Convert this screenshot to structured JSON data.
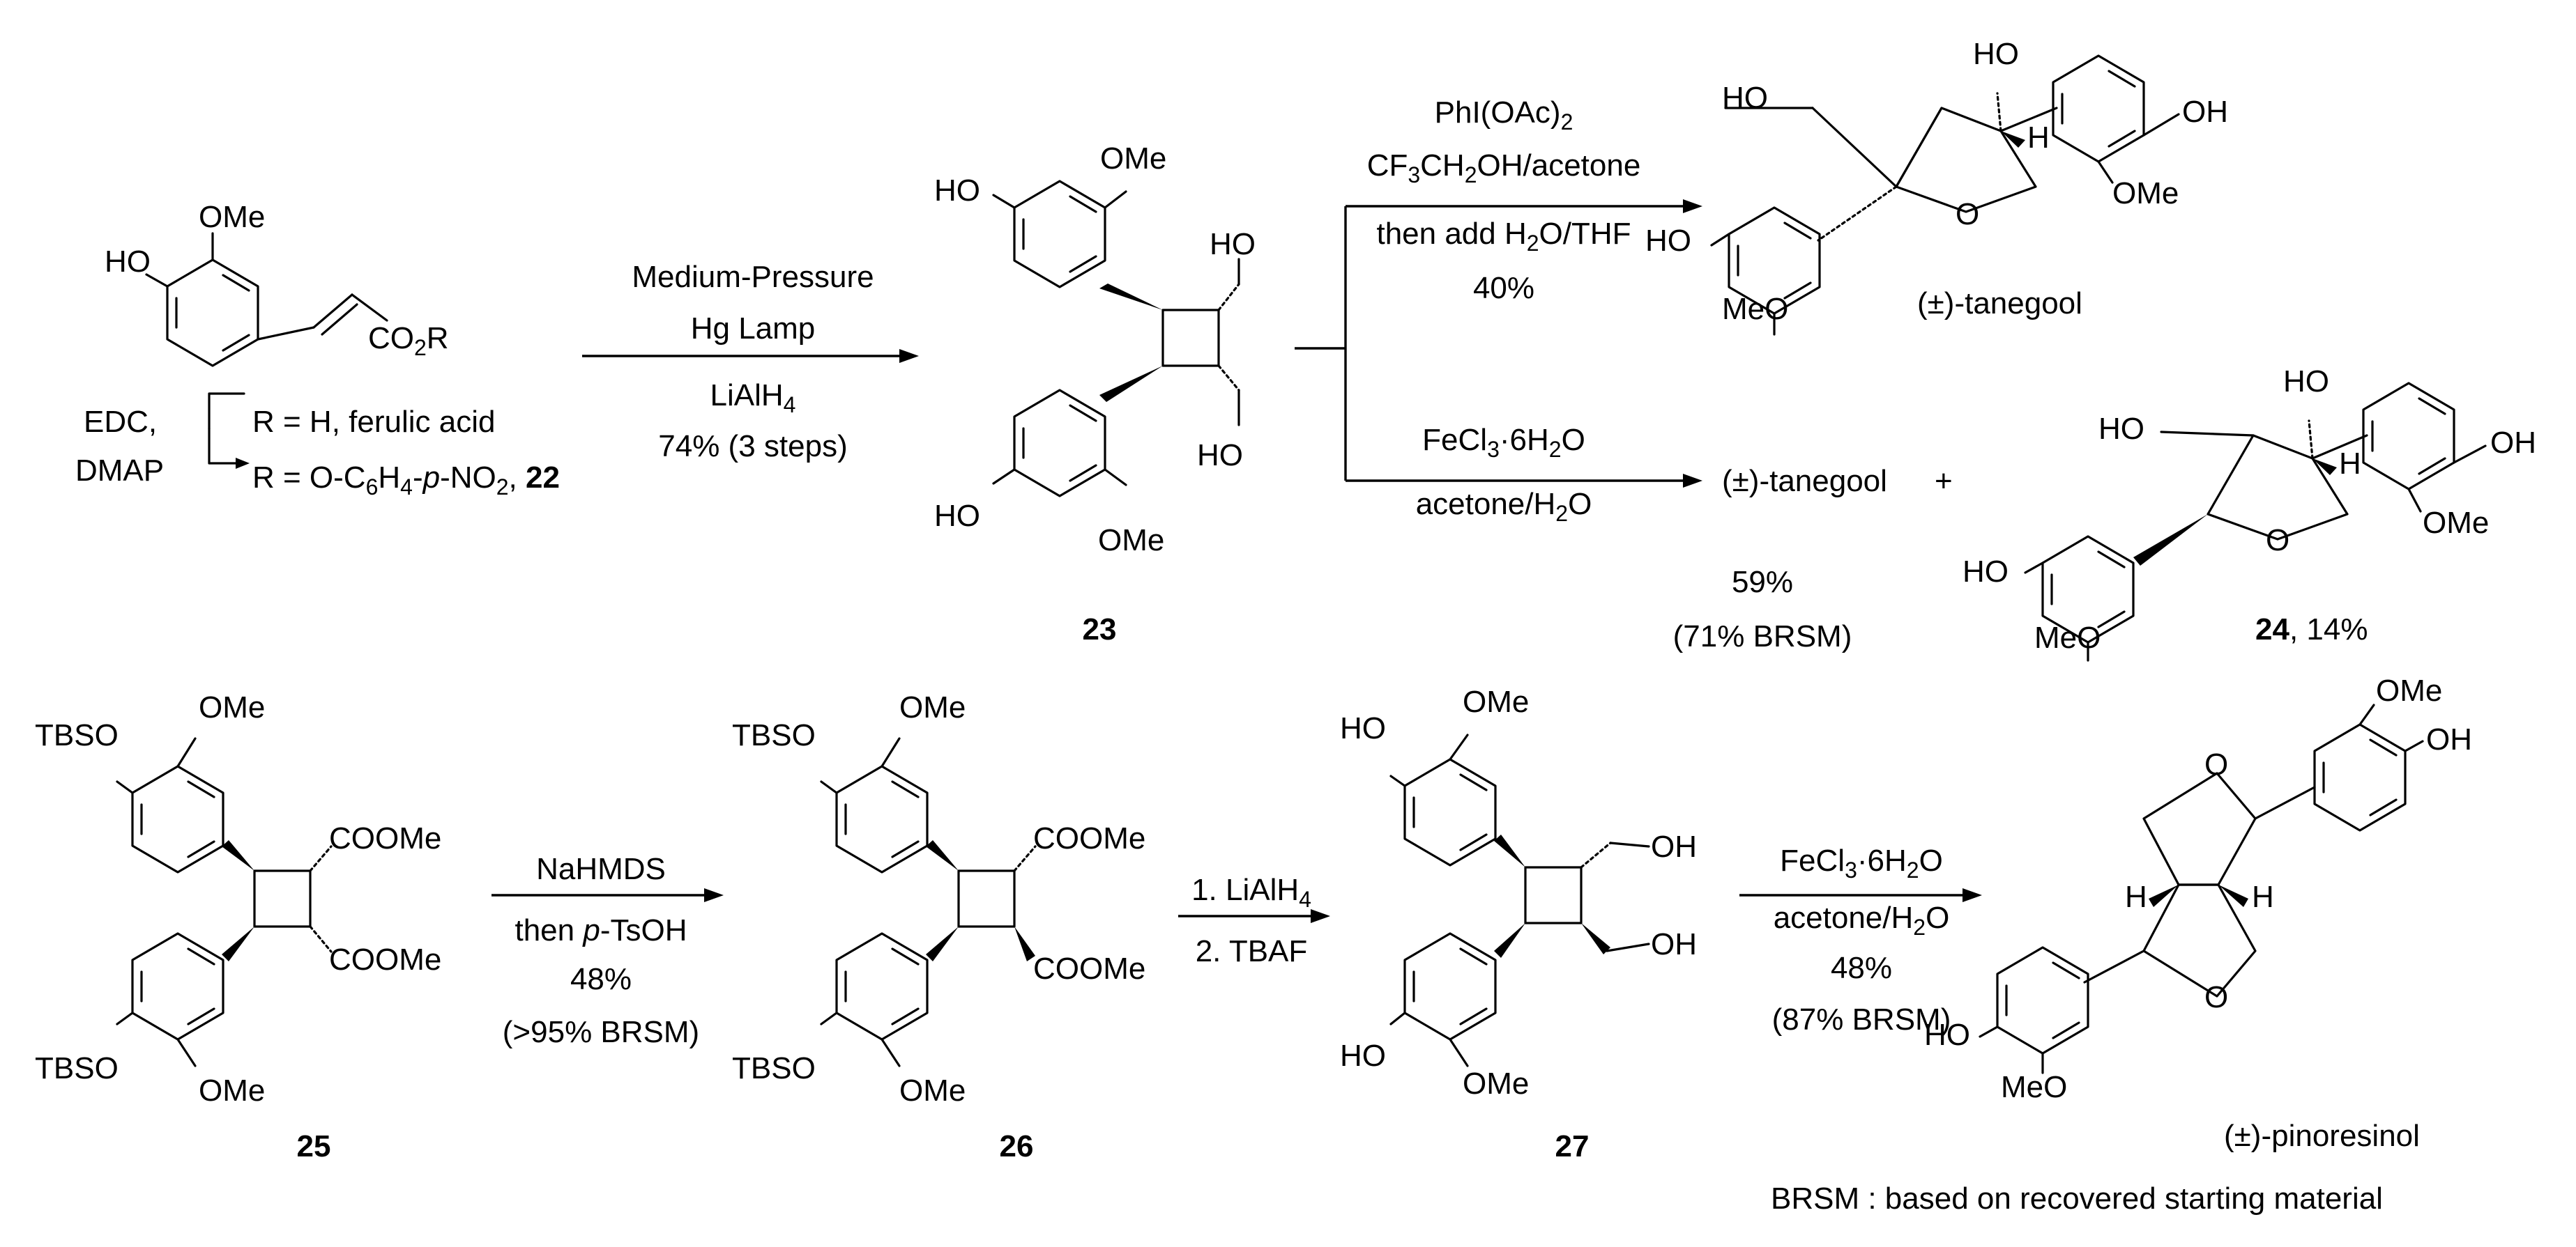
{
  "top_row": {
    "ferulic": {
      "ome": "OMe",
      "ho": "HO",
      "co2r_main": "CO",
      "co2r_sub": "2",
      "co2r_tail": "R",
      "edc": "EDC,",
      "dmap": "DMAP",
      "r_h": "R = H, ferulic acid",
      "r_ester_a": "R = O-C",
      "r_ester_6a": "6",
      "r_ester_h": "H",
      "r_ester_4": "4",
      "r_ester_dash": "-",
      "r_ester_p": "p",
      "r_ester_no": "-NO",
      "r_ester_2": "2",
      "r_ester_comma": ", ",
      "compound_22": "22"
    },
    "arrow1": {
      "line1": "Medium-Pressure",
      "line2": "Hg Lamp",
      "line3_main": "LiAlH",
      "line3_sub": "4",
      "line4": "74% (3 steps)"
    },
    "c23": {
      "ho_top": "HO",
      "ome_top": "OMe",
      "oh_a": "HO",
      "oh_b": "HO",
      "ho_bot": "HO",
      "ome_bot": "OMe",
      "label": "23"
    },
    "upper_branch": {
      "line1": "PhI(OAc)",
      "line1_sub": "2",
      "line2_a": "CF",
      "line2_3": "3",
      "line2_b": "CH",
      "line2_2": "2",
      "line2_c": "OH/acetone",
      "line3_a": "then add H",
      "line3_2": "2",
      "line3_b": "O/THF",
      "line4": "40%"
    },
    "tanegool": {
      "ho_ch2": "HO",
      "ho_benzylic": "HO",
      "oh": "OH",
      "h": "H",
      "ome_right": "OMe",
      "ring_o": "O",
      "ho_left": "HO",
      "meo": "MeO",
      "name": "(±)-tanegool"
    },
    "lower_branch": {
      "line1_a": "FeCl",
      "line1_3": "3",
      "line1_b": "·6H",
      "line1_2": "2",
      "line1_c": "O",
      "line2_a": "acetone/H",
      "line2_2": "2",
      "line2_b": "O",
      "product": "(±)-tanegool",
      "plus": "+",
      "yield": "59%",
      "brsm": "(71% BRSM)"
    },
    "c24": {
      "ho_ch2": "HO",
      "ho_benzylic": "HO",
      "oh": "OH",
      "h": "H",
      "ome_right": "OMe",
      "ring_o": "O",
      "ho_left": "HO",
      "meo": "MeO",
      "label": "24",
      "yield": ", 14%"
    }
  },
  "bottom_row": {
    "c25": {
      "tbso_top": "TBSO",
      "ome_top": "OMe",
      "ester_a": "COOMe",
      "ester_b": "COOMe",
      "tbso_bot": "TBSO",
      "ome_bot": "OMe",
      "label": "25"
    },
    "arrow_a": {
      "line1": "NaHMDS",
      "line2_a": "then ",
      "line2_p": "p",
      "line2_b": "-TsOH",
      "line3": "48%",
      "line4": "(>95% BRSM)"
    },
    "c26": {
      "tbso_top": "TBSO",
      "ome_top": "OMe",
      "ester_a": "COOMe",
      "ester_b": "COOMe",
      "tbso_bot": "TBSO",
      "ome_bot": "OMe",
      "label": "26"
    },
    "arrow_b": {
      "line1_a": "1. LiAlH",
      "line1_sub": "4",
      "line2": "2. TBAF"
    },
    "c27": {
      "ho_top": "HO",
      "ome_top": "OMe",
      "oh_a": "OH",
      "oh_b": "OH",
      "ho_bot": "HO",
      "ome_bot": "OMe",
      "label": "27"
    },
    "arrow_c": {
      "line1_a": "FeCl",
      "line1_3": "3",
      "line1_b": "·6H",
      "line1_2": "2",
      "line1_c": "O",
      "line2_a": "acetone/H",
      "line2_2": "2",
      "line2_b": "O",
      "line3": "48%",
      "line4": "(87% BRSM)"
    },
    "pinoresinol": {
      "ome": "OMe",
      "oh": "OH",
      "o_top": "O",
      "o_bot": "O",
      "h_left": "H",
      "h_right": "H",
      "ho": "HO",
      "meo": "MeO",
      "name": "(±)-pinoresinol"
    }
  },
  "footnote": "BRSM : based on recovered starting material"
}
